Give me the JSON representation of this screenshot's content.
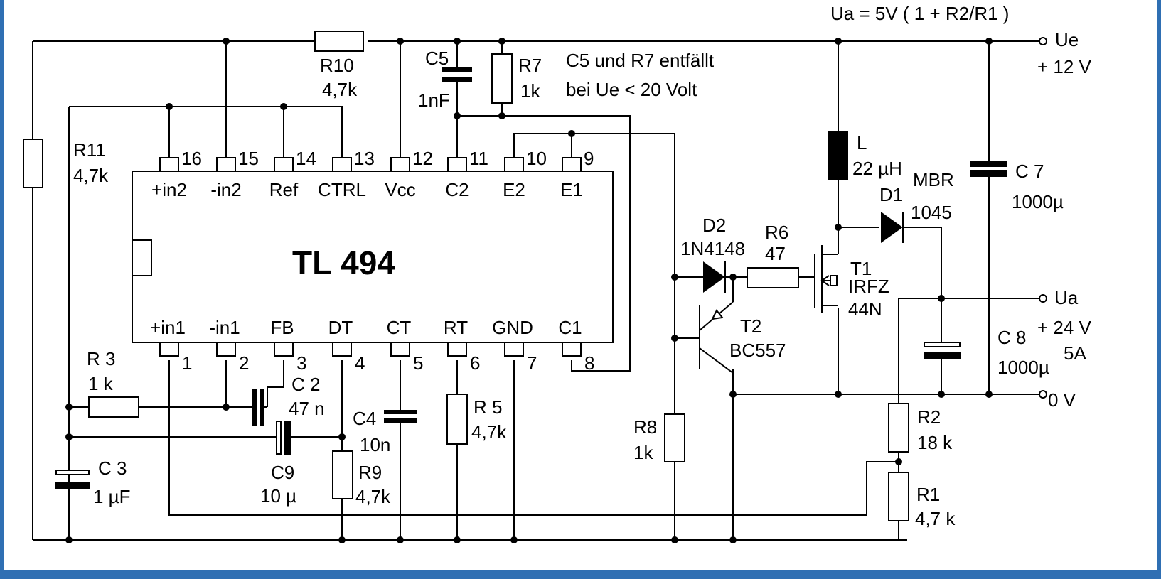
{
  "formula": "Ua =  5V ( 1 + R2/R1 )",
  "ic": {
    "name": "TL 494",
    "top_pins": [
      {
        "num": "16",
        "label": "+in2"
      },
      {
        "num": "15",
        "label": "-in2"
      },
      {
        "num": "14",
        "label": "Ref"
      },
      {
        "num": "13",
        "label": "CTRL"
      },
      {
        "num": "12",
        "label": "Vcc"
      },
      {
        "num": "11",
        "label": "C2"
      },
      {
        "num": "10",
        "label": "E2"
      },
      {
        "num": "9",
        "label": "E1"
      }
    ],
    "bottom_pins": [
      {
        "num": "1",
        "label": "+in1"
      },
      {
        "num": "2",
        "label": "-in1"
      },
      {
        "num": "3",
        "label": "FB"
      },
      {
        "num": "4",
        "label": "DT"
      },
      {
        "num": "5",
        "label": "CT"
      },
      {
        "num": "6",
        "label": "RT"
      },
      {
        "num": "7",
        "label": "GND"
      },
      {
        "num": "8",
        "label": "C1"
      }
    ]
  },
  "components": {
    "r10": {
      "name": "R10",
      "value": "4,7k"
    },
    "r11": {
      "name": "R11",
      "value": "4,7k"
    },
    "c5": {
      "name": "C5",
      "value": "1nF"
    },
    "r7": {
      "name": "R7",
      "value": "1k"
    },
    "note": [
      "C5 und R7 entfällt",
      "bei Ue < 20 Volt"
    ],
    "l": {
      "name": "L",
      "value": "22 µH"
    },
    "d1": {
      "name": "D1",
      "value_a": "MBR",
      "value_b": "1045"
    },
    "c7": {
      "name": "C 7",
      "value": "1000µ"
    },
    "d2": {
      "name": "D2",
      "value": "1N4148"
    },
    "r6": {
      "name": "R6",
      "value": "47"
    },
    "t1": {
      "name": "T1",
      "value_a": "IRFZ",
      "value_b": "44N"
    },
    "t2": {
      "name": "T2",
      "value": "BC557"
    },
    "c8": {
      "name": "C 8",
      "value": "1000µ"
    },
    "r3": {
      "name": "R 3",
      "value": "1 k"
    },
    "c2": {
      "name": "C 2",
      "value": "47 n"
    },
    "c9": {
      "name": "C9",
      "value": "10 µ"
    },
    "c4": {
      "name": "C4",
      "value": "10n"
    },
    "r5": {
      "name": "R 5",
      "value": "4,7k"
    },
    "r9": {
      "name": "R9",
      "value": "4,7k"
    },
    "c3": {
      "name": "C 3",
      "value": "1 µF"
    },
    "r8": {
      "name": "R8",
      "value": "1k"
    },
    "r2": {
      "name": "R2",
      "value": "18 k"
    },
    "r1": {
      "name": "R1",
      "value": "4,7 k"
    }
  },
  "terminals": {
    "ue": {
      "label": "Ue",
      "value": "+ 12 V"
    },
    "ua": {
      "label": "Ua",
      "value": "+ 24 V",
      "current": "5A"
    },
    "gnd": {
      "label": "0 V"
    }
  }
}
